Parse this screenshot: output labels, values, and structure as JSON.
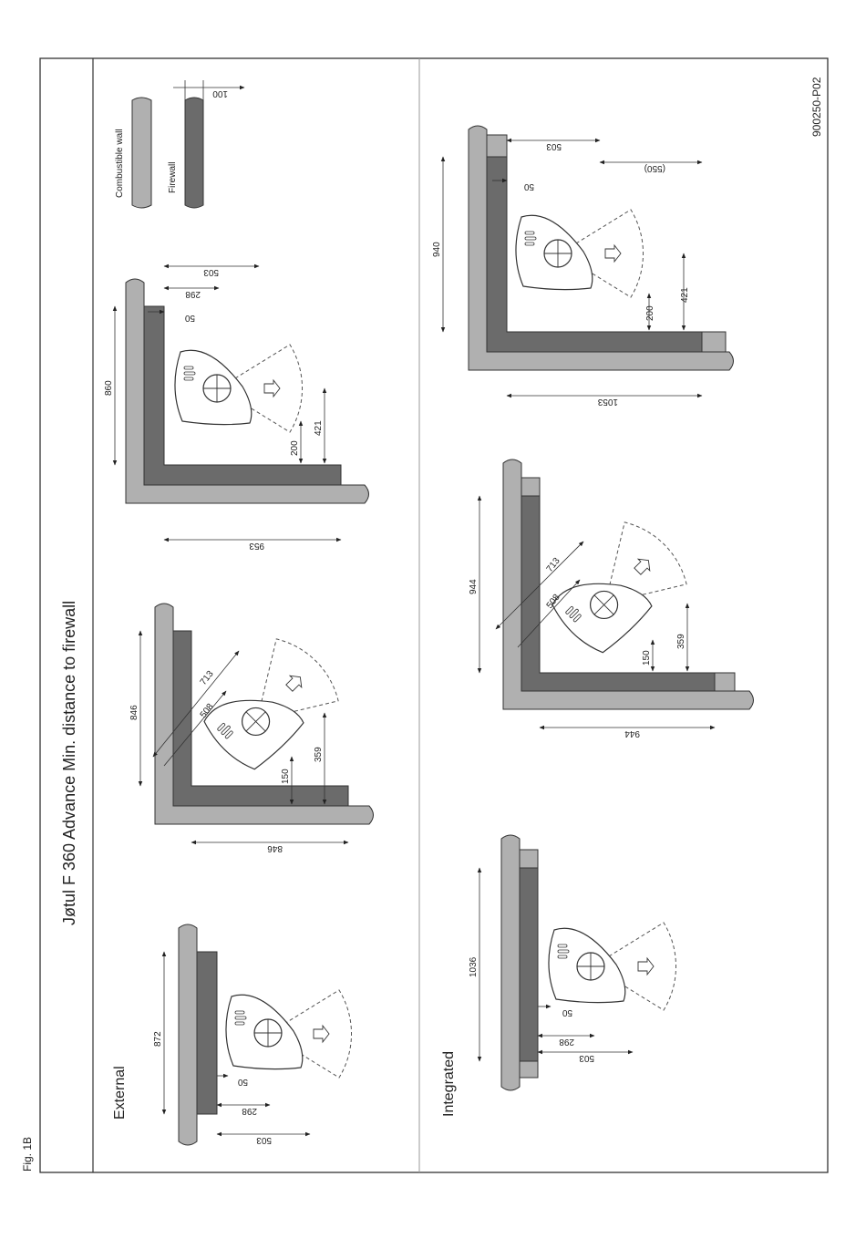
{
  "fig_label": "Fig. 1B",
  "doc_code": "900250-P02",
  "title": "Jøtul F 360 Advance Min. distance to firewall",
  "legend": {
    "combustible": "Combustible wall",
    "firewall": "Firewall",
    "thickness": "100"
  },
  "sections": {
    "external": "External",
    "integrated": "Integrated"
  },
  "colors": {
    "firewall": "#6b6b6b",
    "combustible": "#b0b0b0",
    "outline": "#333333"
  },
  "external_flat": {
    "height": "872",
    "d1": "503",
    "d2": "298",
    "d3": "50"
  },
  "external_45": {
    "height": "846",
    "width": "846",
    "diag1": "713",
    "diag2": "508",
    "front1": "150",
    "front2": "359"
  },
  "external_corner": {
    "height": "860",
    "width": "953",
    "d1": "503",
    "d2": "298",
    "d3": "50",
    "front1": "200",
    "front2": "421"
  },
  "integrated_flat": {
    "height": "1036",
    "d1": "503",
    "d2": "298",
    "d3": "50"
  },
  "integrated_45": {
    "height": "944",
    "width": "944",
    "diag1": "713",
    "diag2": "508",
    "front1": "150",
    "front2": "359"
  },
  "integrated_corner": {
    "height": "940",
    "width": "1053",
    "d1": "503",
    "d2": "(550)",
    "d3": "50",
    "front1": "200",
    "front2": "421"
  }
}
